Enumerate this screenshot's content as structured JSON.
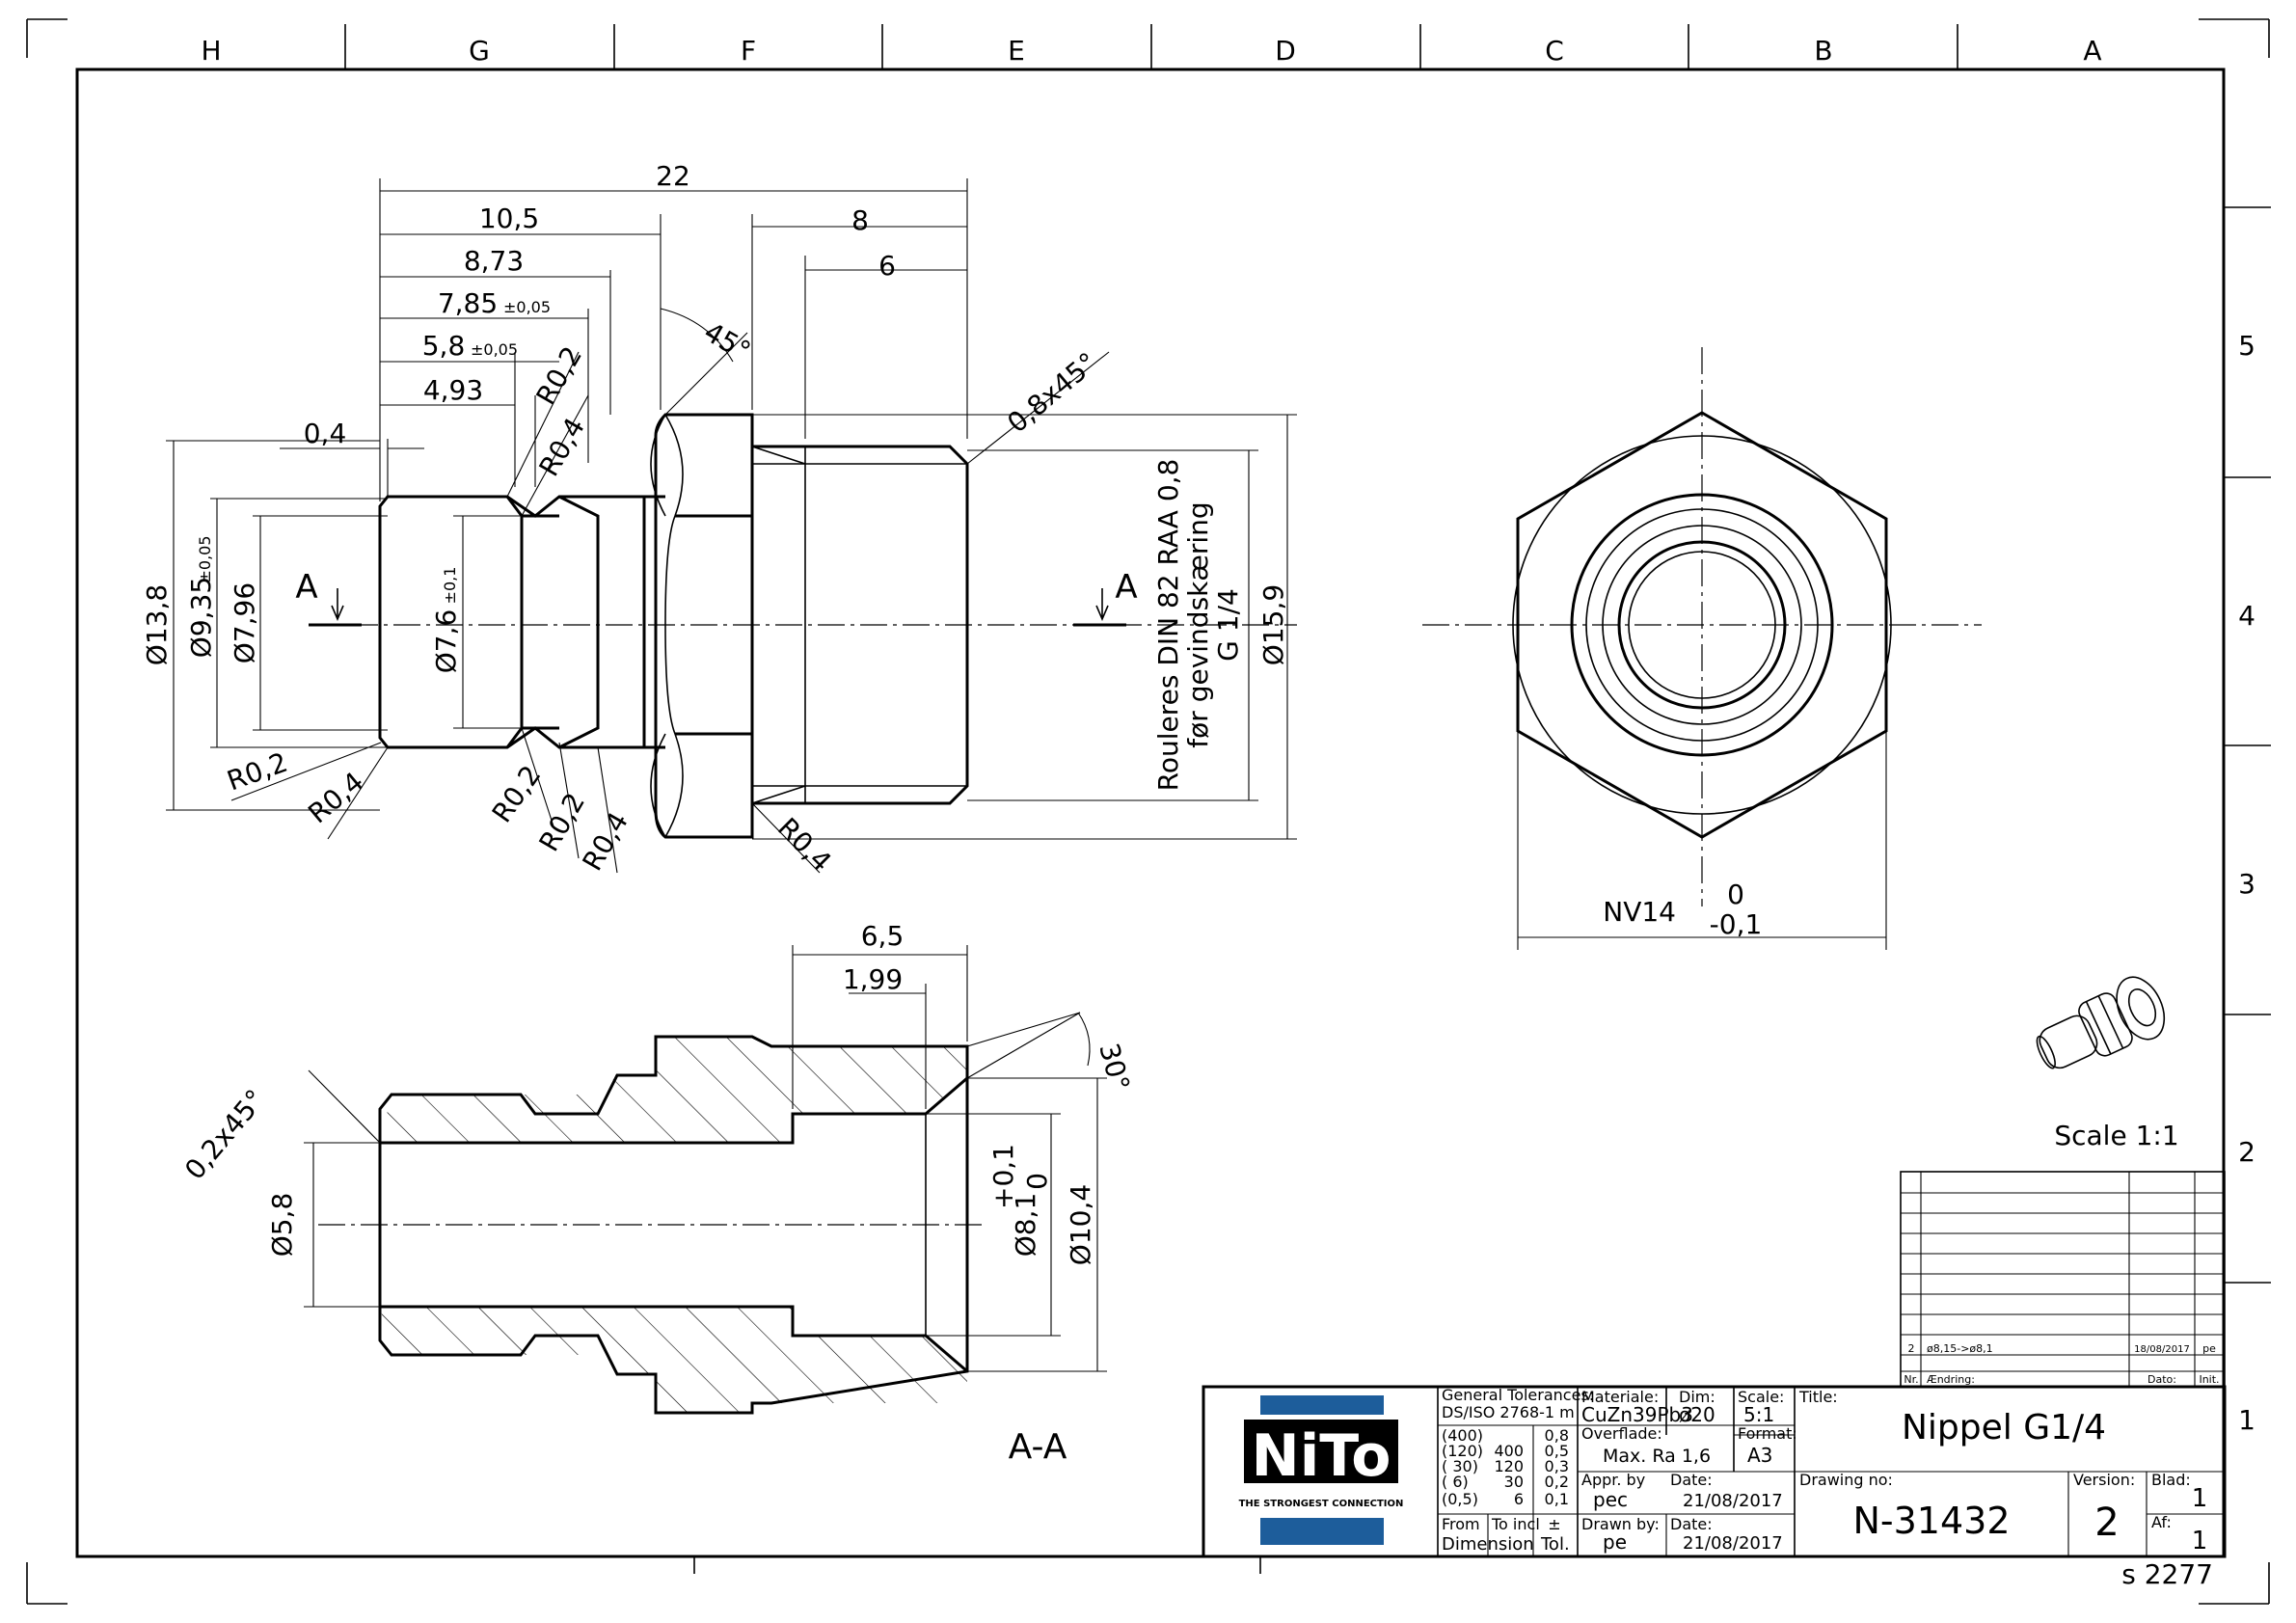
{
  "frame": {
    "columns": [
      "H",
      "G",
      "F",
      "E",
      "D",
      "C",
      "B",
      "A"
    ],
    "rows": [
      "5",
      "4",
      "3",
      "2",
      "1"
    ],
    "sheet_code": "s 2277"
  },
  "front_view": {
    "dims": {
      "d22": "22",
      "d10_5": "10,5",
      "d8_73": "8,73",
      "d7_85": "7,85",
      "d7_85_tol": "±0,05",
      "d5_8": "5,8",
      "d5_8_tol": "±0,05",
      "d4_93": "4,93",
      "d0_4": "0,4",
      "d8": "8",
      "d6": "6",
      "angle45": "45°",
      "chamfer": "0,8x45°",
      "dia13_8": "Ø13,8",
      "dia9_35": "Ø9,35",
      "dia9_35_tol": "±0,05",
      "dia7_96": "Ø7,96",
      "dia7_6": "Ø7,6",
      "dia7_6_tol": "±0,1",
      "dia15_9": "Ø15,9"
    },
    "radii": [
      "R0,2",
      "R0,4",
      "R0,2",
      "R0,2",
      "R0,4",
      "R0,2",
      "R0,4",
      "R0,4"
    ],
    "section_mark": "A",
    "note_lines": [
      "Rouleres DIN 82 RAA 0,8",
      "før gevindskæring",
      "G 1/4"
    ]
  },
  "side_view": {
    "nv_label": "NV14",
    "nv_upper": "0",
    "nv_lower": "-0,1"
  },
  "section_view": {
    "dims": {
      "d6_5": "6,5",
      "d1_99": "1,99",
      "angle30": "30°",
      "chamfer": "0,2x45°",
      "dia5_8": "Ø5,8",
      "dia8_1": "Ø8,1",
      "dia8_1_upper": "+0,1",
      "dia8_1_lower": "0",
      "dia10_4": "Ø10,4"
    },
    "label": "A-A"
  },
  "iso": {
    "scale_label": "Scale 1:1"
  },
  "revisions": {
    "rows": [
      {
        "nr": "2",
        "change": "ø8,15->ø8,1",
        "date": "18/08/2017",
        "init": "pe"
      }
    ],
    "headers": {
      "nr": "Nr.",
      "change": "Ændring:",
      "date": "Dato:",
      "init": "Init."
    }
  },
  "title_block": {
    "logo": "NiTo",
    "logo_tagline": "THE STRONGEST CONNECTION",
    "general_tolerances": "General Tolerances:",
    "tol_standard": "DS/ISO 2768-1 m",
    "tol_table": [
      [
        "(400)",
        "",
        "0,8"
      ],
      [
        "(120)",
        "400",
        "0,5"
      ],
      [
        "( 30)",
        "120",
        "0,3"
      ],
      [
        "(  6)",
        "30",
        "0,2"
      ],
      [
        "(0,5)",
        "6",
        "0,1"
      ]
    ],
    "from_label": "From",
    "to_incl_label": "To incl",
    "pm": "±",
    "dimension_label": "Dimension",
    "tol_label": "Tol.",
    "material_label": "Materiale:",
    "material": "CuZn39Pb3",
    "dim_label": "Dim:",
    "dim": "ø20",
    "scale_label": "Scale:",
    "scale": "5:1",
    "surface_label": "Overflade:",
    "surface": "Max. Ra 1,6",
    "format_label": "Format:",
    "format": "A3",
    "appr_label": "Appr. by",
    "appr": "pec",
    "date_label": "Date:",
    "appr_date": "21/08/2017",
    "drawn_label": "Drawn by:",
    "drawn": "pe",
    "drawn_date": "21/08/2017",
    "title_label": "Title:",
    "title": "Nippel G1/4",
    "drawing_no_label": "Drawing no:",
    "drawing_no": "N-31432",
    "version_label": "Version:",
    "version": "2",
    "blad_label": "Blad:",
    "blad": "1",
    "af_label": "Af:",
    "af": "1"
  },
  "colors": {
    "logo_blue": "#1d5d9b",
    "logo_black": "#000000"
  }
}
